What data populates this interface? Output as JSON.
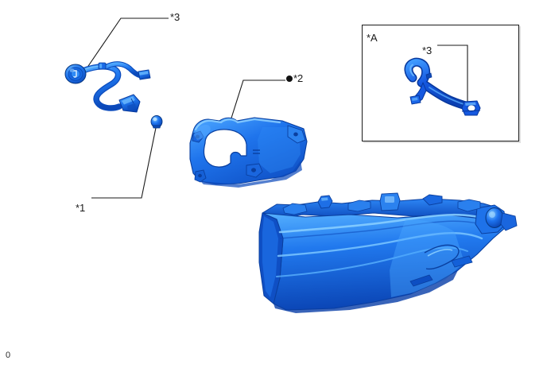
{
  "diagram": {
    "title": "Fog lamp assembly exploded parts illustration",
    "background_color": "#ffffff",
    "part_color_base": "#1f6fe8",
    "part_color_light": "#3aa0ff",
    "part_color_dark": "#0d49b5",
    "leader_line_color": "#1a1a1a",
    "corner_mark": "0"
  },
  "callouts": {
    "harness_label": "*3",
    "bolt_label": "*1",
    "bracket_label": "*2",
    "inset_label": "*A",
    "inset_part_label": "*3"
  },
  "parts": [
    {
      "id": "wire-harness",
      "label": "*3",
      "description": "fog lamp wire harness with socket and two connectors"
    },
    {
      "id": "bolt",
      "label": "*1",
      "description": "mounting bolt / screw head"
    },
    {
      "id": "fog-lamp-bracket",
      "label": "*2",
      "description": "fog lamp retainer bracket",
      "marker": "filled-circle"
    },
    {
      "id": "bumper-cover-lower",
      "label": "",
      "description": "lower bumper cover extension panel"
    },
    {
      "id": "inset-hose-bracket",
      "label": "*3",
      "description": "curved hose bracket shown in detail view A"
    }
  ]
}
